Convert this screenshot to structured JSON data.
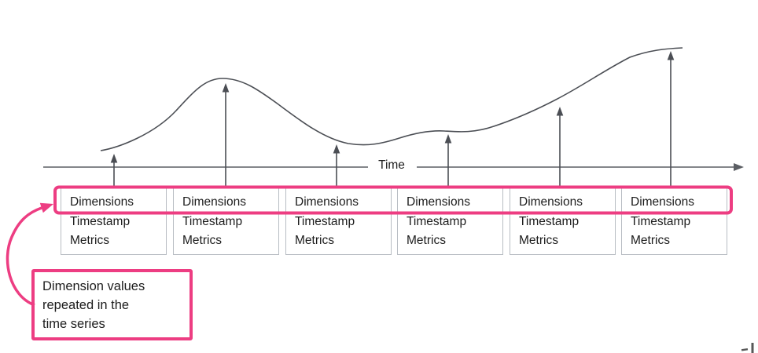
{
  "axis": {
    "label": "Time"
  },
  "records": {
    "items": [
      {
        "dimensions": "Dimensions",
        "timestamp": "Timestamp",
        "metrics": "Metrics"
      },
      {
        "dimensions": "Dimensions",
        "timestamp": "Timestamp",
        "metrics": "Metrics"
      },
      {
        "dimensions": "Dimensions",
        "timestamp": "Timestamp",
        "metrics": "Metrics"
      },
      {
        "dimensions": "Dimensions",
        "timestamp": "Timestamp",
        "metrics": "Metrics"
      },
      {
        "dimensions": "Dimensions",
        "timestamp": "Timestamp",
        "metrics": "Metrics"
      },
      {
        "dimensions": "Dimensions",
        "timestamp": "Timestamp",
        "metrics": "Metrics"
      }
    ]
  },
  "callout": {
    "lines": [
      "Dimension values",
      "repeated in the",
      "time series"
    ]
  },
  "colors": {
    "accent_pink": "#ed3d82",
    "curve_gray": "#4b4e54",
    "axis_gray": "#5c5f64",
    "box_border_gray": "#b8bdc3",
    "text_dark": "#1c1c1c"
  }
}
